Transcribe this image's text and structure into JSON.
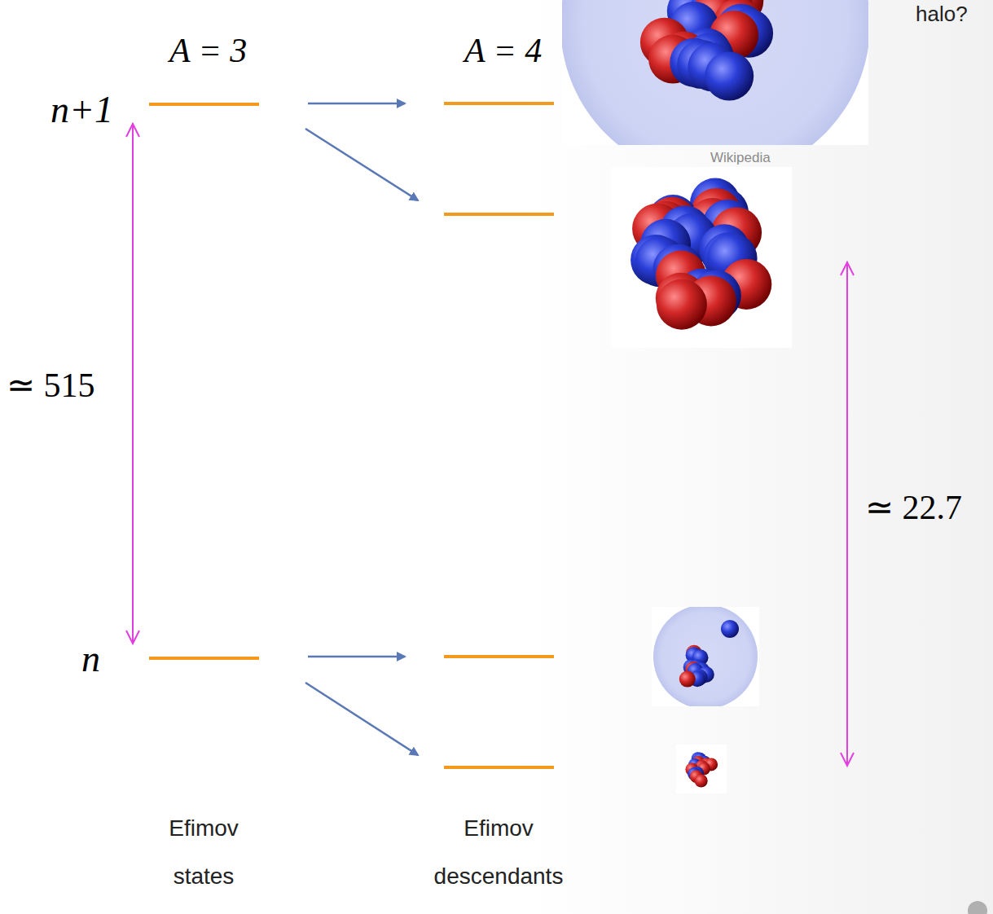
{
  "diagram": {
    "labels": [
      "A = 3",
      "A = 4",
      "n+1",
      "n",
      "≃ 515",
      "≃ 22.7",
      "Wikipedia",
      "Efimov states",
      "Efimov descendants",
      "halo?"
    ]
  }
}
